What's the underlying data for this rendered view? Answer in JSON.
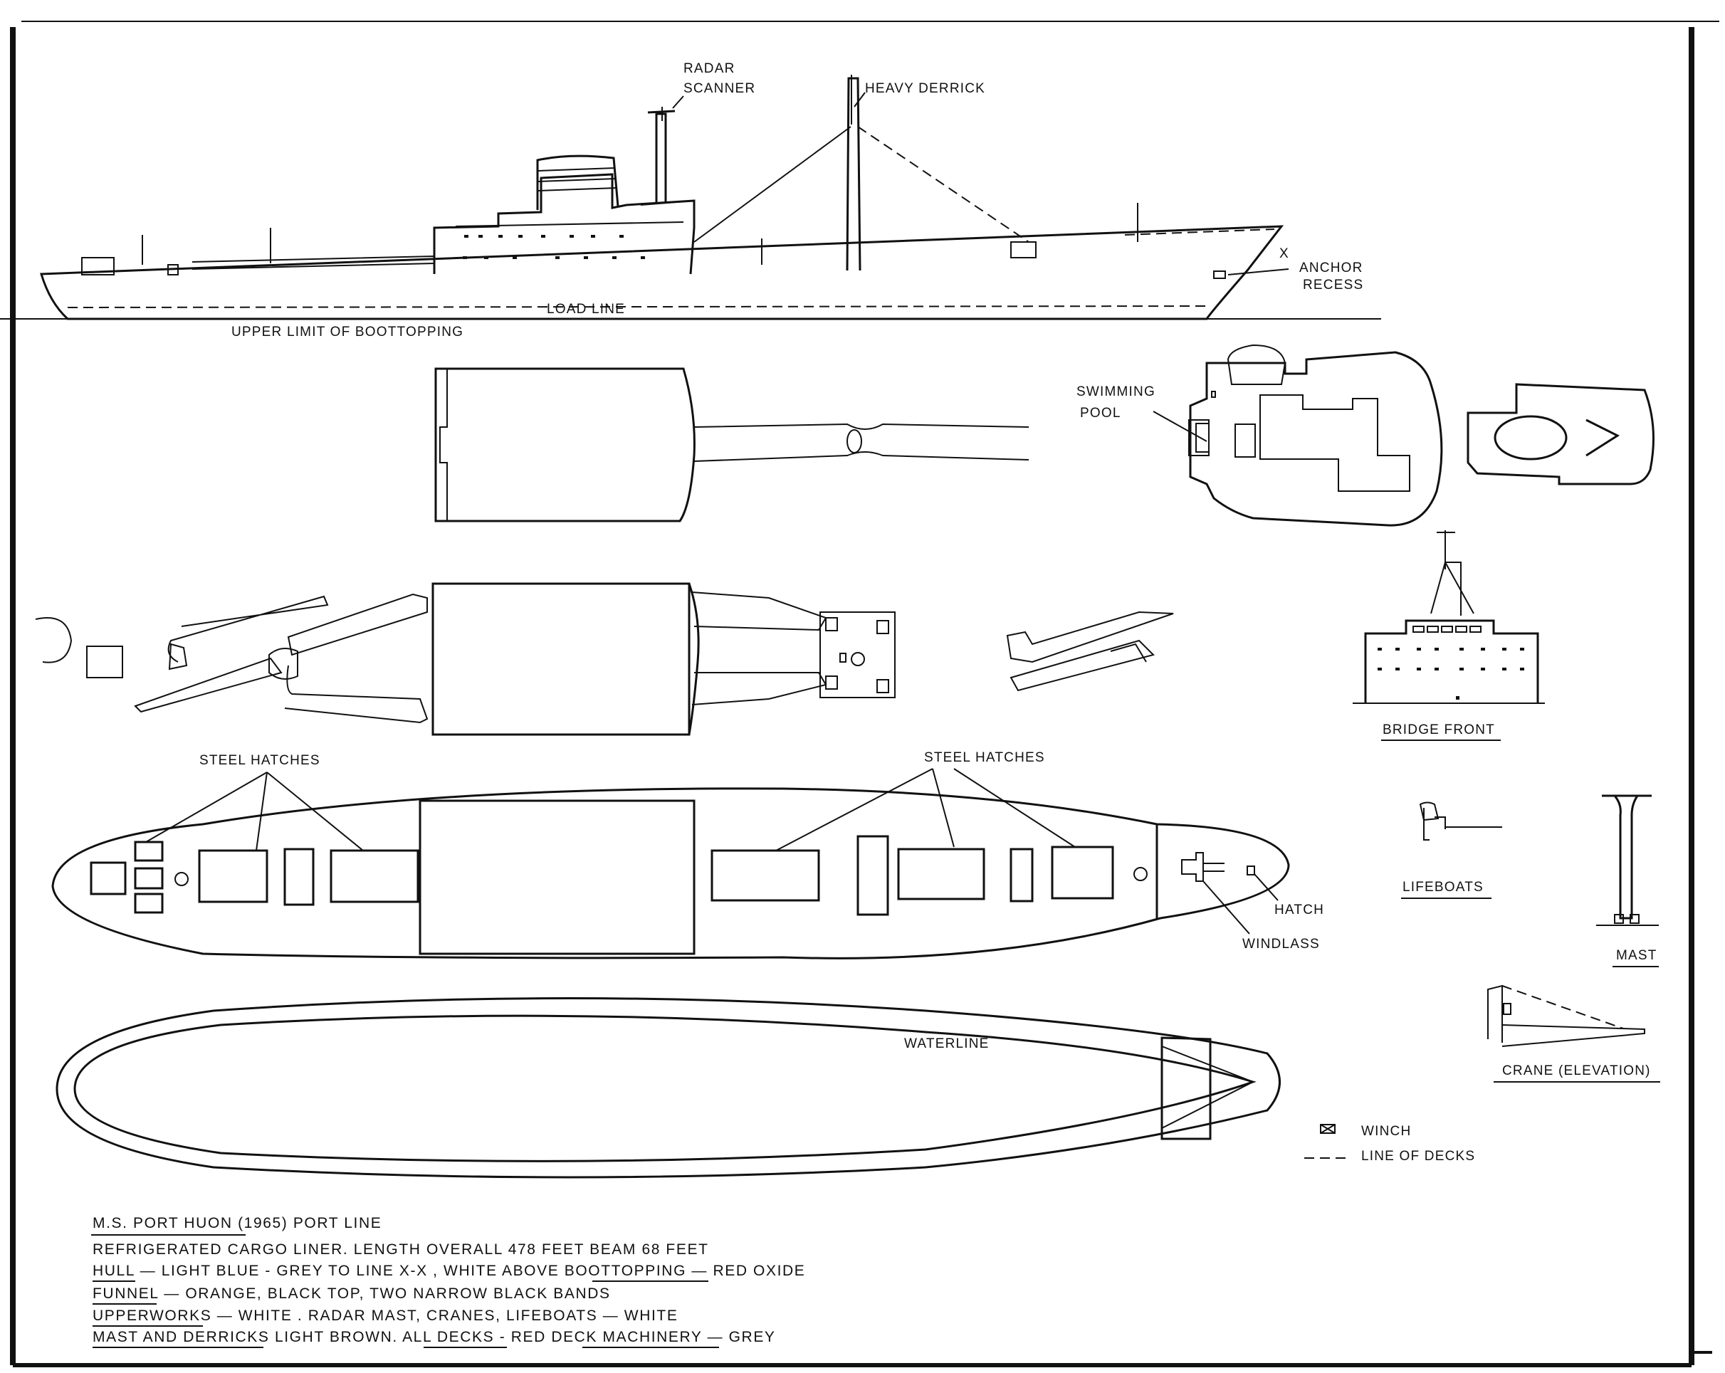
{
  "profile": {
    "radar_scanner_line1": "RADAR",
    "radar_scanner_line2": "SCANNER",
    "heavy_derrick": "HEAVY DERRICK",
    "anchor_recess_line1": "ANCHOR",
    "anchor_recess_line2": "RECESS",
    "load_line": "LOAD LINE",
    "bootopping_limit": "UPPER LIMIT OF BOOTTOPPING",
    "x_mark": "X"
  },
  "upper_decks": {
    "swimming_pool_line1": "SWIMMING",
    "swimming_pool_line2": "POOL"
  },
  "plan": {
    "steel_hatches_left": "STEEL HATCHES",
    "steel_hatches_right": "STEEL HATCHES",
    "hatch": "HATCH",
    "windlass": "WINDLASS",
    "waterline": "WATERLINE"
  },
  "details": {
    "bridge_front": "BRIDGE FRONT",
    "lifeboats": "LIFEBOATS",
    "mast": "MAST",
    "crane_elevation": "CRANE (ELEVATION)"
  },
  "legend": {
    "winch": "WINCH",
    "line_of_decks": "LINE OF DECKS"
  },
  "notes": {
    "line1": "M.S. PORT HUON  (1965)  PORT LINE",
    "line2": "REFRIGERATED  CARGO LINER.     LENGTH OVERALL  478 FEET BEAM 68 FEET",
    "line3_a": "HULL",
    "line3_b": " — LIGHT BLUE - GREY TO LINE X-X , WHITE  ABOVE  ",
    "line3_c": "BOOTTOPPING",
    "line3_d": " — RED OXIDE",
    "line4_a": "FUNNEL",
    "line4_b": " — ORANGE, BLACK TOP, TWO NARROW BLACK BANDS",
    "line5_a": "UPPERWORKS",
    "line5_b": " — WHITE . RADAR MAST, CRANES, LIFEBOATS — WHITE",
    "line6_a": "MAST AND DERRICKS",
    "line6_b": "  LIGHT BROWN.  ",
    "line6_c": "ALL DECKS",
    "line6_d": " - RED  ",
    "line6_e": "DECK MACHINERY",
    "line6_f": " — GREY"
  }
}
